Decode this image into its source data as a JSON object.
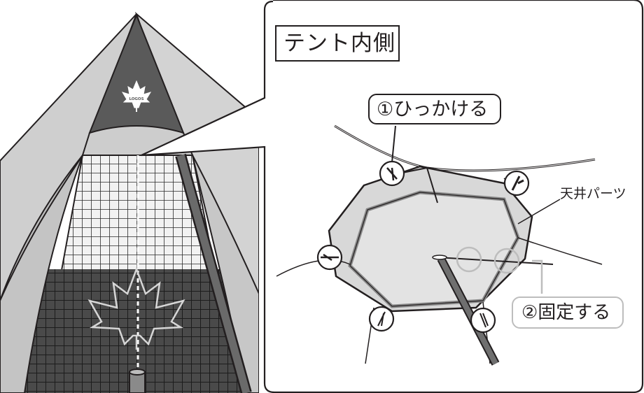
{
  "title": "テント内側",
  "step1_label": "①ひっかける",
  "step2_label": "②固定する",
  "ceiling_label": "天井パーツ",
  "logo_text": "LOGOS",
  "colors": {
    "outline": "#231f20",
    "tent_light": "#c9c9c9",
    "tent_dark": "#5a5a5a",
    "floor_dark": "#3f3f3f",
    "ceiling_fill": "#e3e3e3",
    "ceiling_border": "#8a8a8a",
    "callout_ring": "#bdbdbd"
  }
}
